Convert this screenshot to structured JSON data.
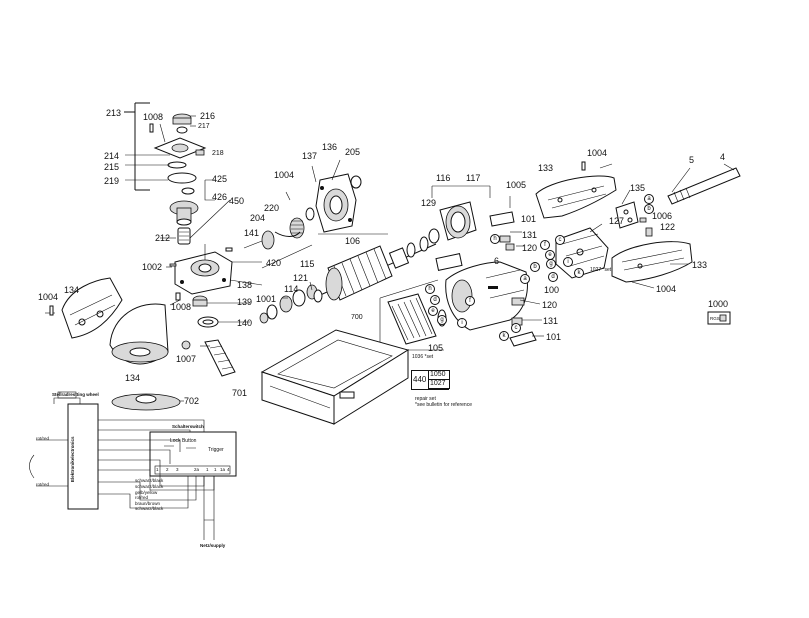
{
  "parts": {
    "p213": "213",
    "p1008a": "1008",
    "p216": "216",
    "p217": "217",
    "p218": "218",
    "p214": "214",
    "p215": "215",
    "p219": "219",
    "p425": "425",
    "p426": "426",
    "p450": "450",
    "p212": "212",
    "p1002": "1002",
    "p1004a": "1004",
    "p134a": "134",
    "p1008b": "1008",
    "p1007": "1007",
    "p134b": "134",
    "p702": "702",
    "p701": "701",
    "p141": "141",
    "p138": "138",
    "p139": "139",
    "p140": "140",
    "p1001": "1001",
    "p420": "420",
    "p204": "204",
    "p220": "220",
    "p1004b": "1004",
    "p137": "137",
    "p136": "136",
    "p205": "205",
    "p106": "106",
    "p115": "115",
    "p121": "121",
    "p114": "114",
    "p116": "116",
    "p117": "117",
    "p129": "129",
    "p1005": "1005",
    "p101a": "101",
    "p131a": "131",
    "p120a": "120",
    "p6": "6",
    "p100": "100",
    "p120b": "120",
    "p131b": "131",
    "p101b": "101",
    "p105": "105",
    "p700": "700",
    "p133a": "133",
    "p1004c": "1004",
    "p5": "5",
    "p4": "4",
    "p135": "135",
    "p1006": "1006",
    "p122": "122",
    "p127": "127",
    "p133b": "133",
    "p1004d": "1004",
    "p1000": "1000",
    "p440": "440",
    "p1050": "1050",
    "p1027": "1027"
  },
  "letters": {
    "a1": "a",
    "b1": "b",
    "c1": "c",
    "d1": "d",
    "e1": "e",
    "f1": "f",
    "g1": "g",
    "h1": "h",
    "i1": "i",
    "k1": "k",
    "a2": "a",
    "c2": "c",
    "h2": "h",
    "d2": "d",
    "e2": "e",
    "f2": "f",
    "g2": "g",
    "i2": "i",
    "k2": "k",
    "b2": "b"
  },
  "notes": {
    "set1036": "1036 *set",
    "set1027": "1027 *set",
    "repair_set": "repair set",
    "see_bulletin": "*see bulletin for reference",
    "box1000_text": "RGS"
  },
  "wiring": {
    "speed_wheel": "Stellradrestting wheel",
    "electronics": "Elektronikelectronics",
    "switch_title": "Schalterswitch",
    "lock_button": "Lock Button",
    "trigger": "Trigger",
    "rot_red_top": "rot/red",
    "rot_red_bottom": "rot/red",
    "wire1": "schwarz/black",
    "wire2": "schwarz/black",
    "wire3": "gelb/yellow",
    "wire4": "rot/red",
    "wire5": "braun/brown",
    "wire6": "schwarz/black",
    "netz_supply": "Netz/supply",
    "terminals": [
      "1",
      "2",
      "3",
      "2a",
      "1",
      "1",
      "1a",
      "4"
    ]
  }
}
